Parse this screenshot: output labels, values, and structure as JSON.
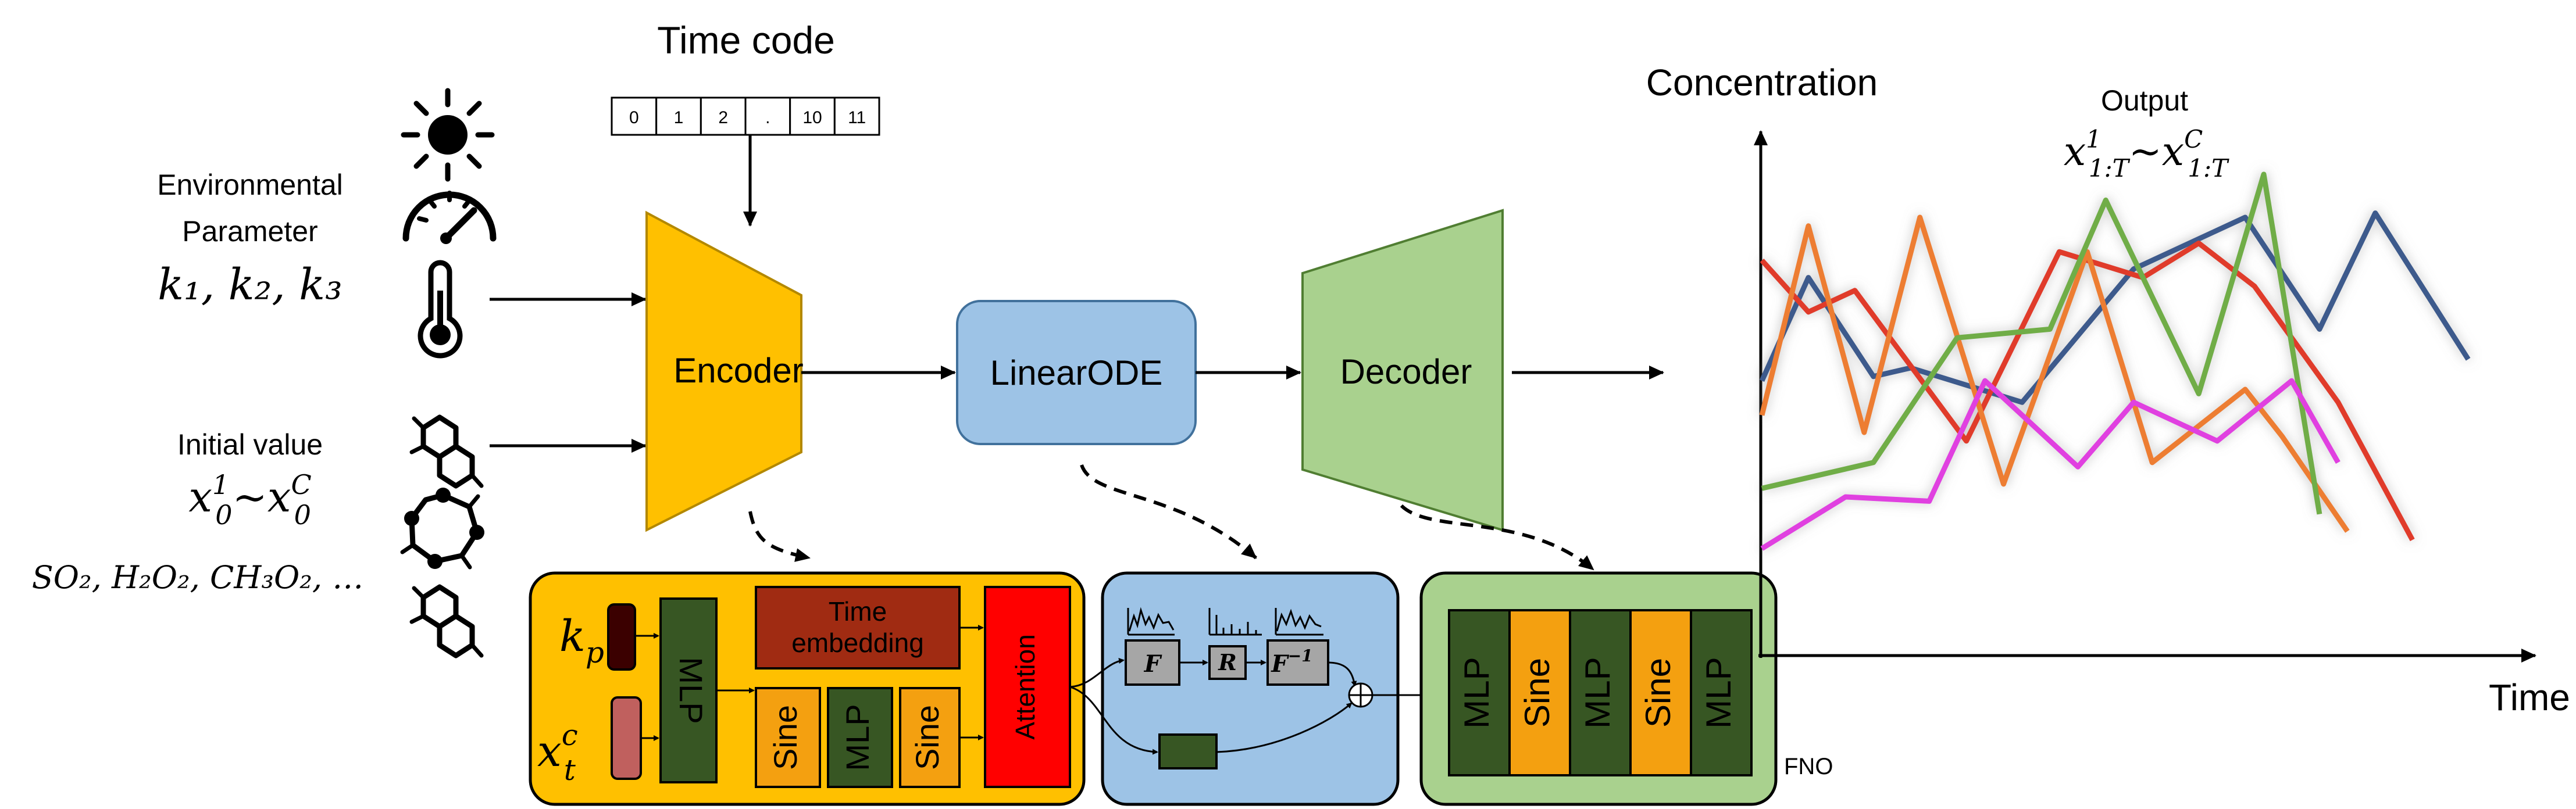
{
  "time_code": {
    "title": "Time code",
    "cells": [
      "0",
      "1",
      "2",
      ".",
      "10",
      "11"
    ]
  },
  "environmental": {
    "line1": "Environmental",
    "line2": "Parameter",
    "params": "k₁, k₂, k₃"
  },
  "initial": {
    "title": "Initial value",
    "formula_main": "x",
    "formula_sup1": "1",
    "formula_sub1": "0",
    "formula_tilde": "~",
    "formula_supC": "C",
    "formula_sub2": "0",
    "species": "SO₂, H₂O₂, CH₃O₂, …"
  },
  "blocks": {
    "encoder": "Encoder",
    "linear_ode": "LinearODE",
    "decoder": "Decoder"
  },
  "encoder_detail": {
    "kp": "k",
    "kp_sub": "p",
    "xt": "x",
    "xt_sup": "c",
    "xt_sub": "t",
    "mlp": "MLP",
    "time_embedding_1": "Time",
    "time_embedding_2": "embedding",
    "attention": "Attention",
    "sine": "Sine"
  },
  "ode_detail": {
    "F": "F",
    "R": "R",
    "Finv": "F",
    "Finv_sup": "−1",
    "plus": "+"
  },
  "decoder_detail": {
    "items": [
      "MLP",
      "Sine",
      "MLP",
      "Sine",
      "MLP"
    ],
    "fno": "FNO"
  },
  "plot": {
    "ylabel": "Concentration",
    "xlabel": "Time",
    "output_title": "Output",
    "output_main": "x",
    "output_sup1": "1",
    "output_sub1": "1:T",
    "output_tilde": "~",
    "output_supC": "C",
    "output_sub2": "1:T"
  },
  "colors": {
    "encoder": "#ffc000",
    "linear_ode": "#9dc3e6",
    "decoder": "#a9d18e",
    "mlp": "#375623",
    "sine": "#f4a010",
    "attention": "#ff0000",
    "time_embedding": "#a02b12",
    "kp": "#3b0000",
    "xt": "#c0605e",
    "gray": "#a6a6a6"
  },
  "icons": [
    "sun-icon",
    "gauge-icon",
    "thermometer-icon",
    "molecule-icon"
  ],
  "chart_data": {
    "type": "line",
    "xlabel": "Time",
    "ylabel": "Concentration",
    "grid": false,
    "series": [
      {
        "color": "#3c5a8c",
        "values": [
          0.52,
          0.76,
          0.53,
          0.55,
          0.47,
          0.78,
          0.9,
          0.64,
          0.91,
          0.57
        ]
      },
      {
        "color": "#e03b2c",
        "values": [
          0.8,
          0.68,
          0.73,
          0.38,
          0.82,
          0.76,
          0.84,
          0.74,
          0.47,
          0.15
        ]
      },
      {
        "color": "#ed7d31",
        "values": [
          0.44,
          0.88,
          0.4,
          0.9,
          0.28,
          0.82,
          0.33,
          0.5,
          0.39,
          0.17
        ]
      },
      {
        "color": "#70ad47",
        "values": [
          0.27,
          0.33,
          0.62,
          0.64,
          0.94,
          0.49,
          1.0,
          0.21
        ]
      },
      {
        "color": "#e040e0",
        "values": [
          0.13,
          0.25,
          0.24,
          0.52,
          0.32,
          0.47,
          0.38,
          0.52,
          0.33
        ]
      }
    ]
  }
}
